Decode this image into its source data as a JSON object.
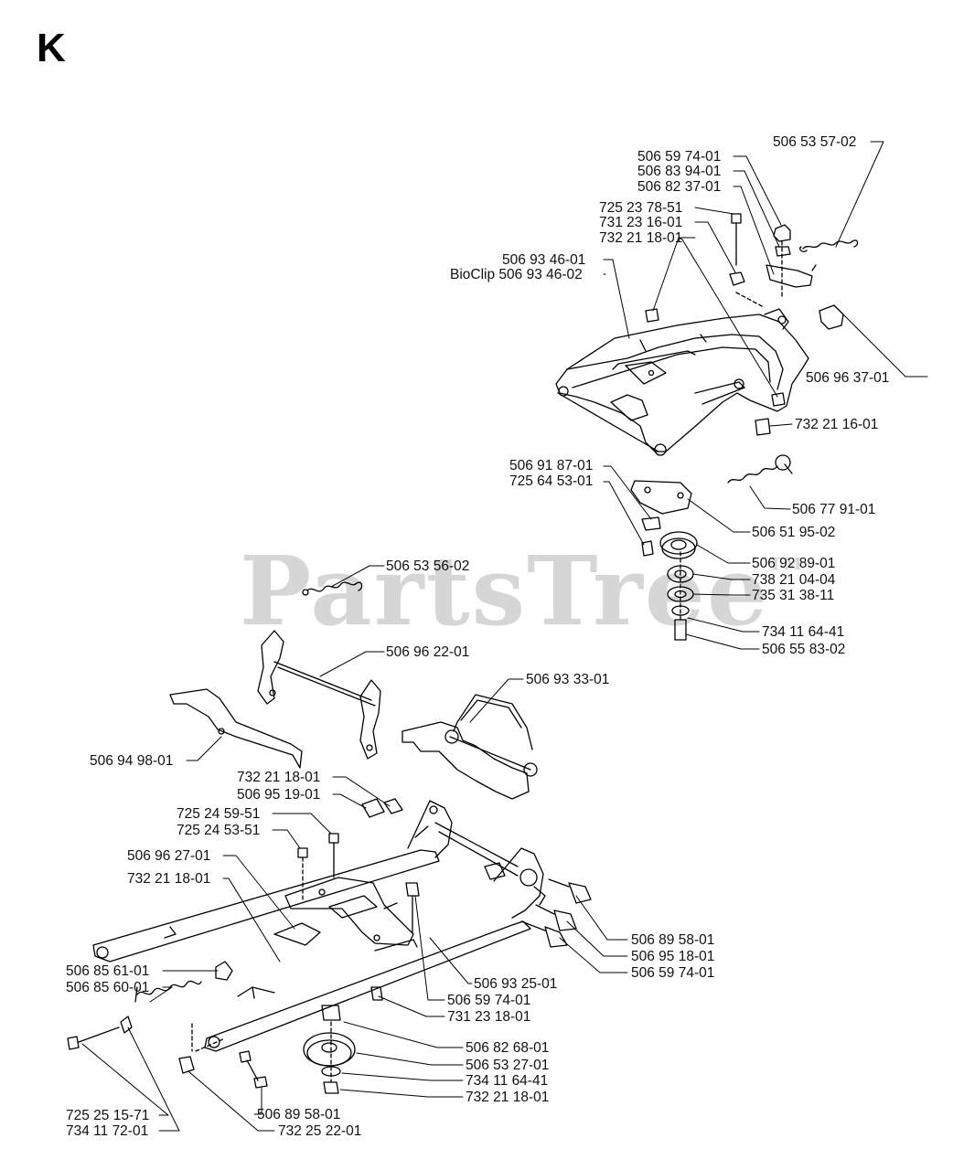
{
  "section_letter": "K",
  "watermark": "PartsTree",
  "watermark_mark": "TM",
  "labels": {
    "p50653570": "506 53 57-02",
    "p50659740a": "506 59 74-01",
    "p50683940": "506 83 94-01",
    "p50682370": "506 82 37-01",
    "p72523785": "725 23 78-51",
    "p73123160": "731 23 16-01",
    "p73221180a": "732 21 18-01",
    "p50693460": "506 93 46-01",
    "bioclip": "BioClip 506 93 46-02",
    "p50696370": "506 96 37-01",
    "p73221160": "732 21 16-01",
    "p50691870": "506 91 87-01",
    "p72564530": "725 64 53-01",
    "p50677910": "506 77 91-01",
    "p50651950": "506 51 95-02",
    "p50692890": "506 92 89-01",
    "p73821040": "738 21 04-04",
    "p73531380": "735 31 38-11",
    "p73411644a": "734 11 64-41",
    "p50655830": "506 55 83-02",
    "p50653560": "506 53 56-02",
    "p50696220": "506 96 22-01",
    "p50693330": "506 93 33-01",
    "p50694980": "506 94 98-01",
    "p73221180b": "732 21 18-01",
    "p50695190": "506 95 19-01",
    "p72524595": "725 24 59-51",
    "p72524535": "725 24 53-51",
    "p50696270": "506 96 27-01",
    "p73221180c": "732 21 18-01",
    "p50689580a": "506 89 58-01",
    "p50695180": "506 95 18-01",
    "p50659740b": "506 59 74-01",
    "p50685610": "506 85 61-01",
    "p50685600": "506 85 60-01",
    "p50693250": "506 93 25-01",
    "p50659740c": "506 59 74-01",
    "p73123180": "731 23 18-01",
    "p50682680": "506 82 68-01",
    "p50653270": "506 53 27-01",
    "p73411644b": "734 11 64-41",
    "p73221180d": "732 21 18-01",
    "p72525157": "725 25 15-71",
    "p73411720": "734 11 72-01",
    "p50689580b": "506 89 58-01",
    "p73225220": "732 25 22-01"
  }
}
